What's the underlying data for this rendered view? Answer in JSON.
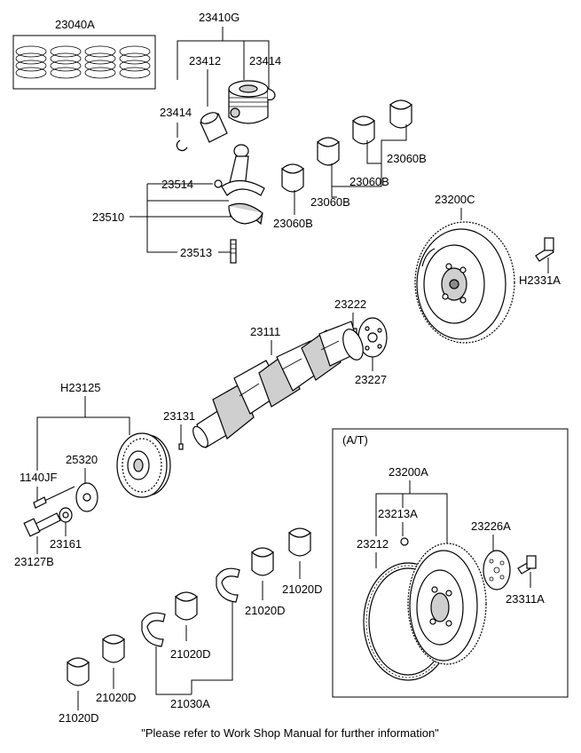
{
  "labels": {
    "p23040A": "23040A",
    "p23410G": "23410G",
    "p23412": "23412",
    "p23414a": "23414",
    "p23414b": "23414",
    "p23514": "23514",
    "p23510": "23510",
    "p23513": "23513",
    "p23060B_1": "23060B",
    "p23060B_2": "23060B",
    "p23060B_3": "23060B",
    "p23060B_4": "23060B",
    "p23200C": "23200C",
    "pH2331A": "H2331A",
    "p23222": "23222",
    "p23111": "23111",
    "p23227": "23227",
    "pH23125": "H23125",
    "p23131": "23131",
    "p25320": "25320",
    "p1140JF": "1140JF",
    "p23161": "23161",
    "p23127B": "23127B",
    "p21020D_1": "21020D",
    "p21020D_2": "21020D",
    "p21020D_3": "21020D",
    "p21020D_4": "21020D",
    "p21020D_5": "21020D",
    "p21030A": "21030A",
    "at_title": "(A/T)",
    "p23200A": "23200A",
    "p23213A": "23213A",
    "p23212": "23212",
    "p23226A": "23226A",
    "p23311A": "23311A"
  },
  "footer": "\"Please refer to Work Shop Manual for further information\""
}
